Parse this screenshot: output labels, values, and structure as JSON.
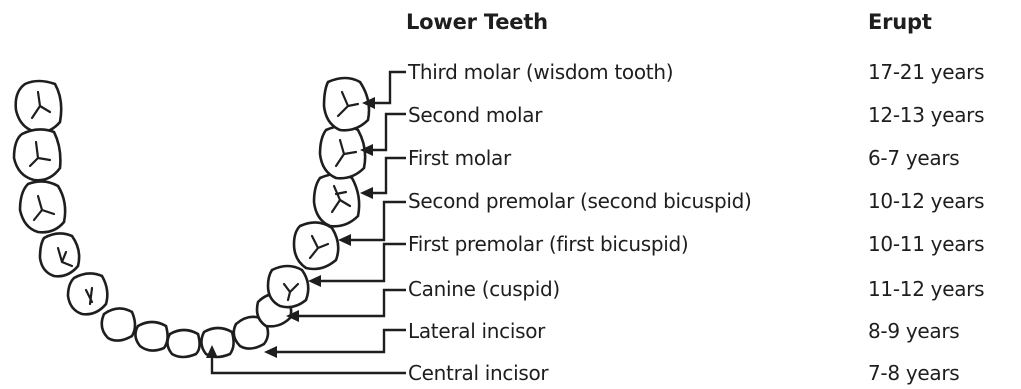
{
  "header": {
    "teeth_title": "Lower Teeth",
    "erupt_title": "Erupt"
  },
  "teeth": [
    {
      "name": "Third molar (wisdom tooth)",
      "erupt": "17-21 years"
    },
    {
      "name": "Second molar",
      "erupt": "12-13 years"
    },
    {
      "name": "First molar",
      "erupt": "6-7 years"
    },
    {
      "name": "Second premolar (second bicuspid)",
      "erupt": "10-12 years"
    },
    {
      "name": "First premolar (first bicuspid)",
      "erupt": "10-11 years"
    },
    {
      "name": "Canine (cuspid)",
      "erupt": "11-12 years"
    },
    {
      "name": "Lateral incisor",
      "erupt": "8-9 years"
    },
    {
      "name": "Central incisor",
      "erupt": "7-8 years"
    }
  ]
}
